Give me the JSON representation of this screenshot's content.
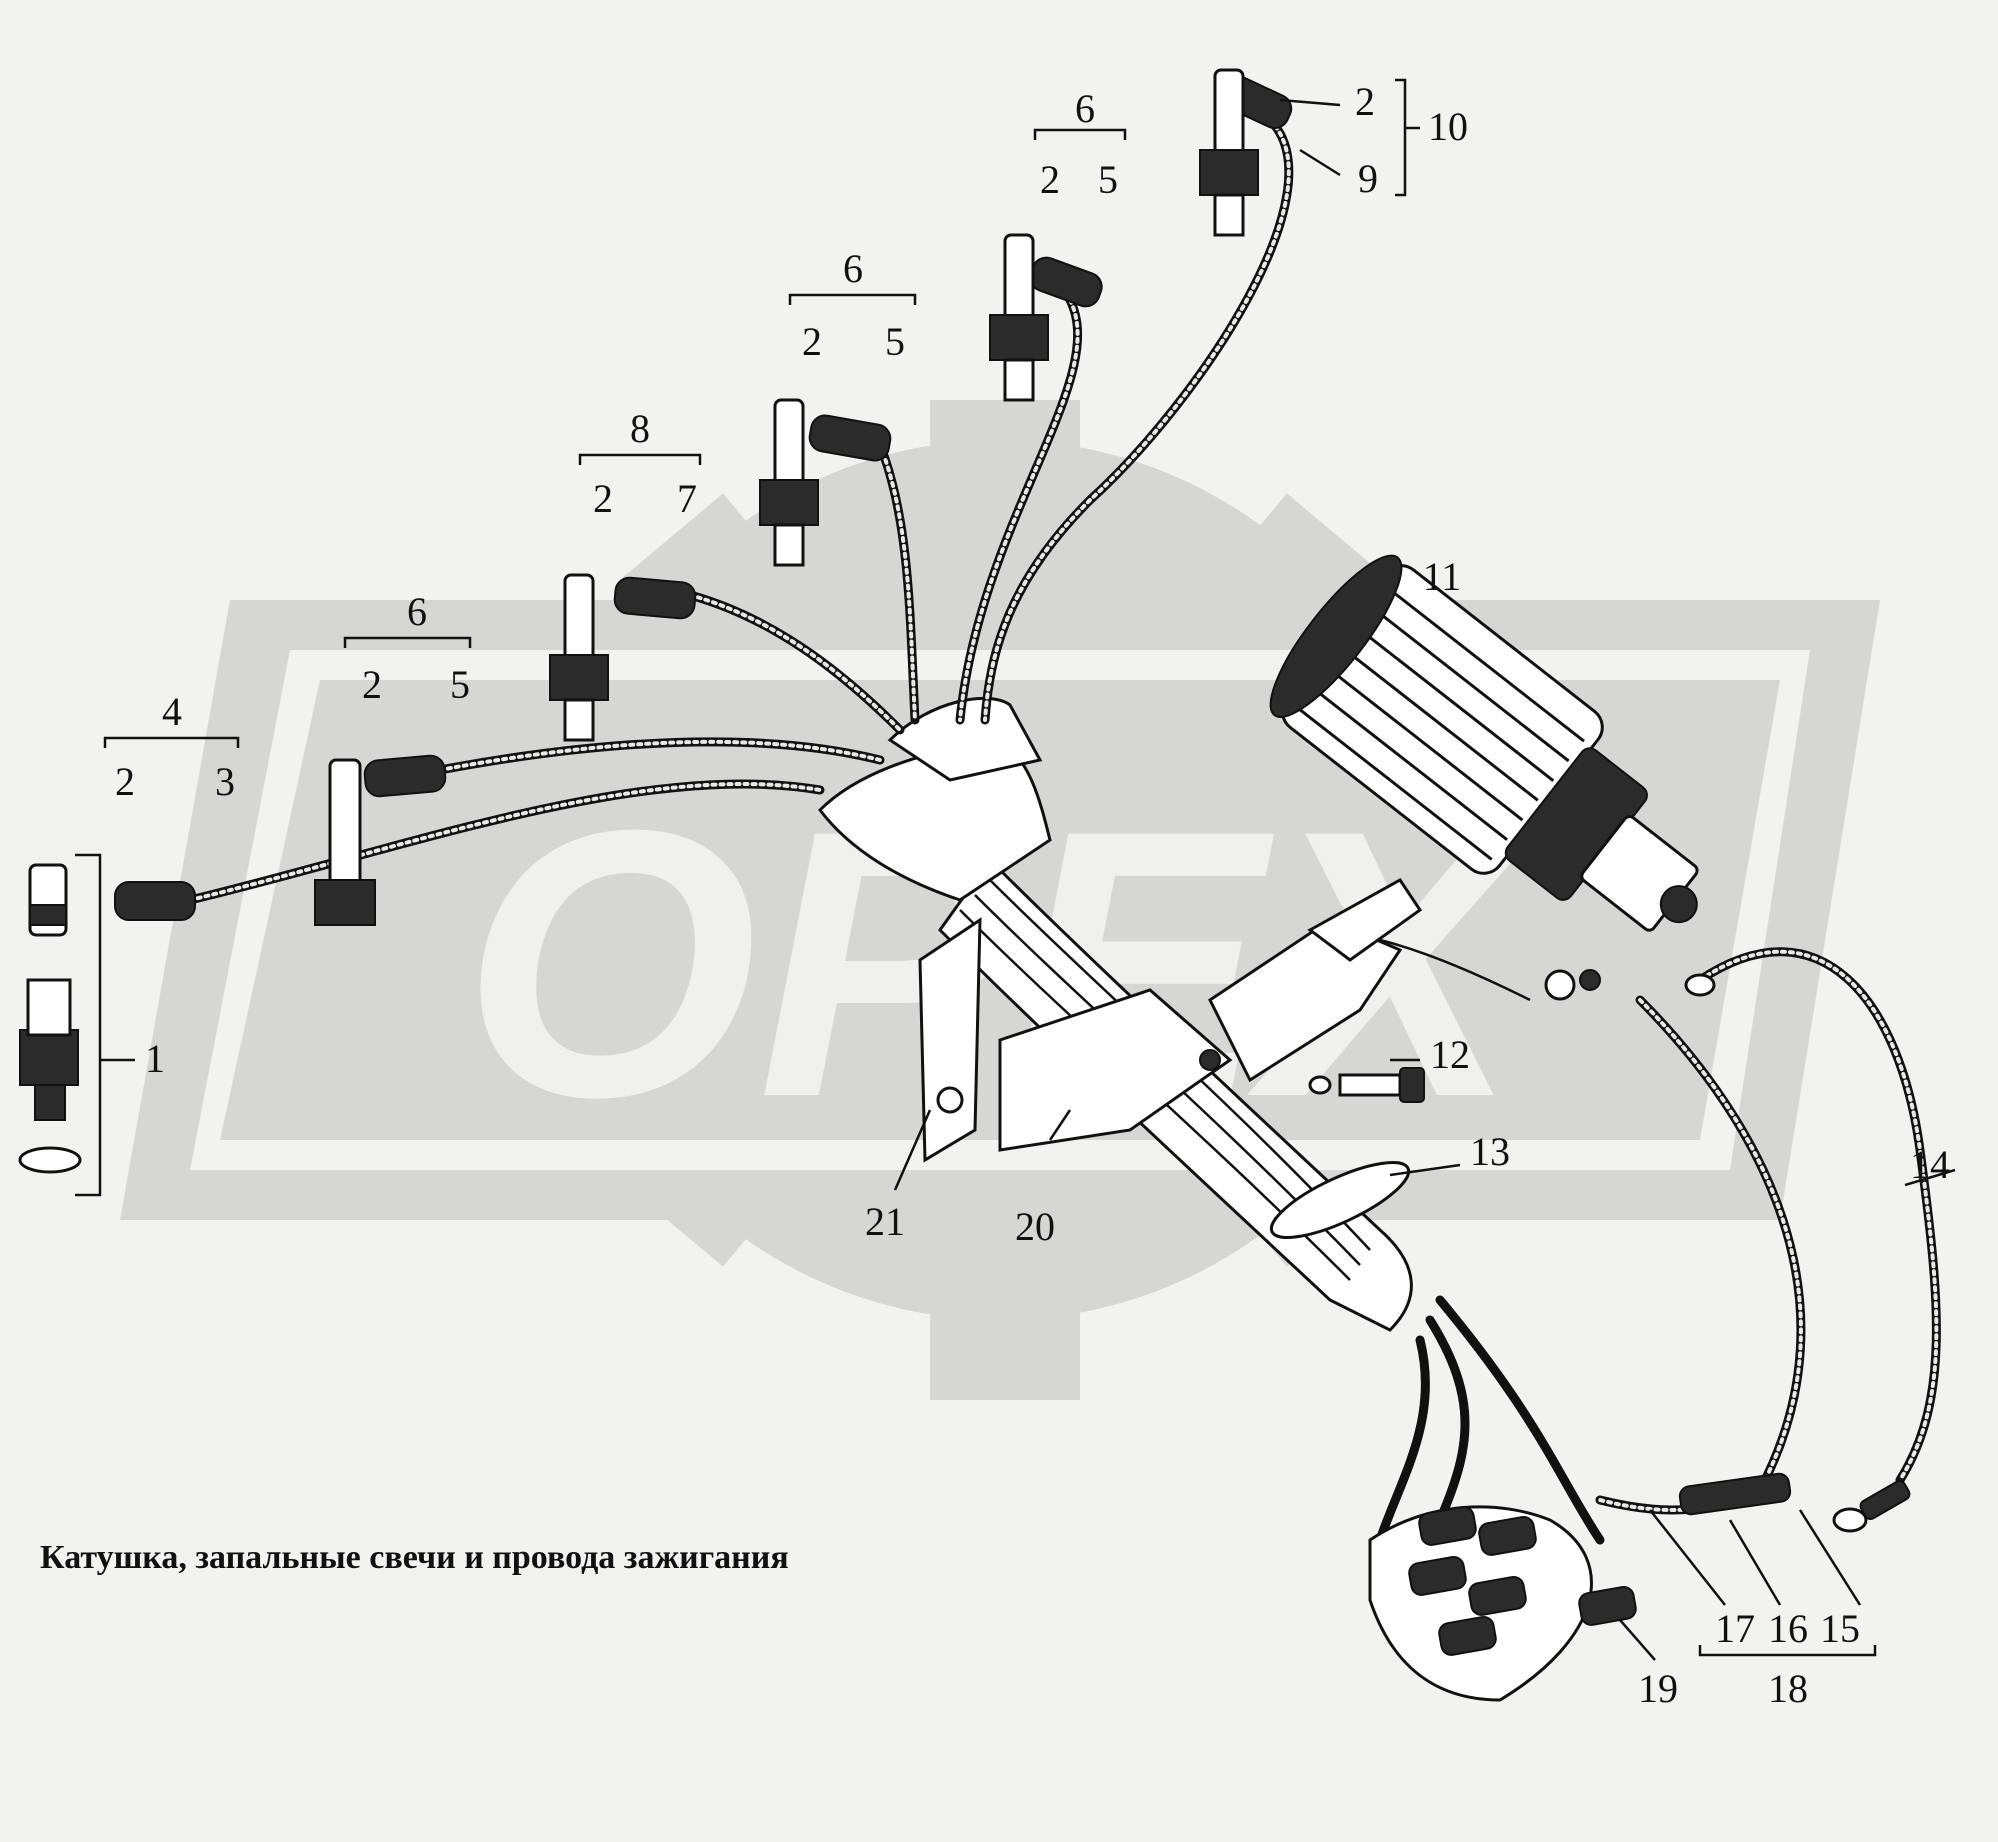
{
  "caption": "Катушка, запальные свечи и провода зажигания",
  "watermark": "OPEX",
  "callouts": {
    "c1": "1",
    "c2a": "2",
    "c3": "3",
    "c4": "4",
    "c2b": "2",
    "c5a": "5",
    "c6a": "6",
    "c2c": "2",
    "c7": "7",
    "c8": "8",
    "c2d": "2",
    "c5b": "5",
    "c6b": "6",
    "c2e": "2",
    "c5c": "5",
    "c6c": "6",
    "c2f": "2",
    "c9": "9",
    "c10": "10",
    "c11": "11",
    "c12": "12",
    "c13": "13",
    "c14": "14",
    "c15": "15",
    "c16": "16",
    "c17": "17",
    "c18": "18",
    "c19": "19",
    "c20": "20",
    "c21": "21"
  },
  "colors": {
    "line": "#111111",
    "background": "#f2f2f0",
    "watermark": "#d6d6d4"
  }
}
